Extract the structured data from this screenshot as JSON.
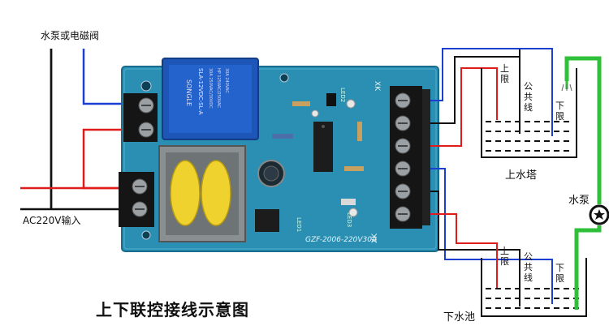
{
  "labels": {
    "pump_or_valve": "水泵或电磁阀",
    "ac_input": "AC220V输入",
    "upper_limit_top": "上限",
    "common_line_top": "公共线",
    "lower_limit_top": "下限",
    "upper_tower": "上水塔",
    "pump": "水泵",
    "upper_limit_bottom": "上限",
    "common_line_bottom": "公共线",
    "lower_limit_bottom": "下限",
    "lower_pool": "下水池",
    "caption": "上下联控接线示意图"
  },
  "board": {
    "relay_brand": "SONGLE",
    "relay_model": "SLA-12VDC-SL-A",
    "relay_spec_1": "30A 250VAC/30VDC",
    "relay_spec_2": "HP 125VAC/250VAC",
    "relay_spec_3": "30A 240VAC",
    "model_code": "GZF-2006-220V30A",
    "xk_top": "XK",
    "xk_bottom": "XK",
    "led1": "LED1",
    "led2": "LED2",
    "led3": "LED3"
  },
  "colors": {
    "board": "#2a8fb3",
    "relay": "#1e56b8",
    "red_wire": "#e01b1b",
    "blue_wire": "#1b3fd0",
    "green_pipe": "#2fbf3a",
    "black_wire": "#111111",
    "transformer_coil": "#f0d22e"
  }
}
